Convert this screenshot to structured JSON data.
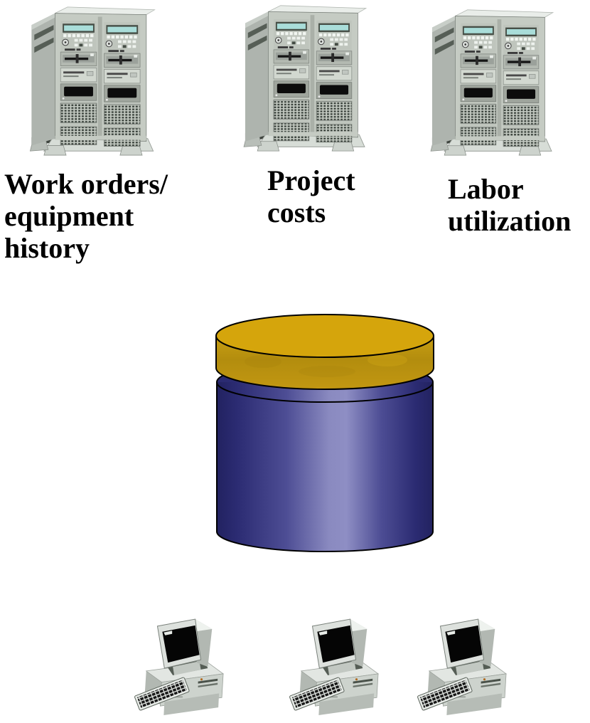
{
  "diagram": {
    "title": "legacy systems feeding a central database serving client workstations",
    "source_systems": [
      {
        "icon": "mainframe-server-icon",
        "label": "Work orders/\nequipment\nhistory"
      },
      {
        "icon": "mainframe-server-icon",
        "label": "Project\ncosts"
      },
      {
        "icon": "mainframe-server-icon",
        "label": "Labor\nutilization"
      }
    ],
    "central_database": {
      "icon": "database-cylinder-icon",
      "lid_color": "#D5A50C",
      "lid_side_color": "#B8920E",
      "body_dark_color": "#28286E",
      "body_light_color": "#8E8EC4",
      "outline_color": "#000000"
    },
    "client_workstations": [
      {
        "icon": "desktop-computer-icon"
      },
      {
        "icon": "desktop-computer-icon"
      },
      {
        "icon": "desktop-computer-icon"
      }
    ],
    "background_color": "#FFFFFF",
    "label_text_color": "#000000"
  }
}
